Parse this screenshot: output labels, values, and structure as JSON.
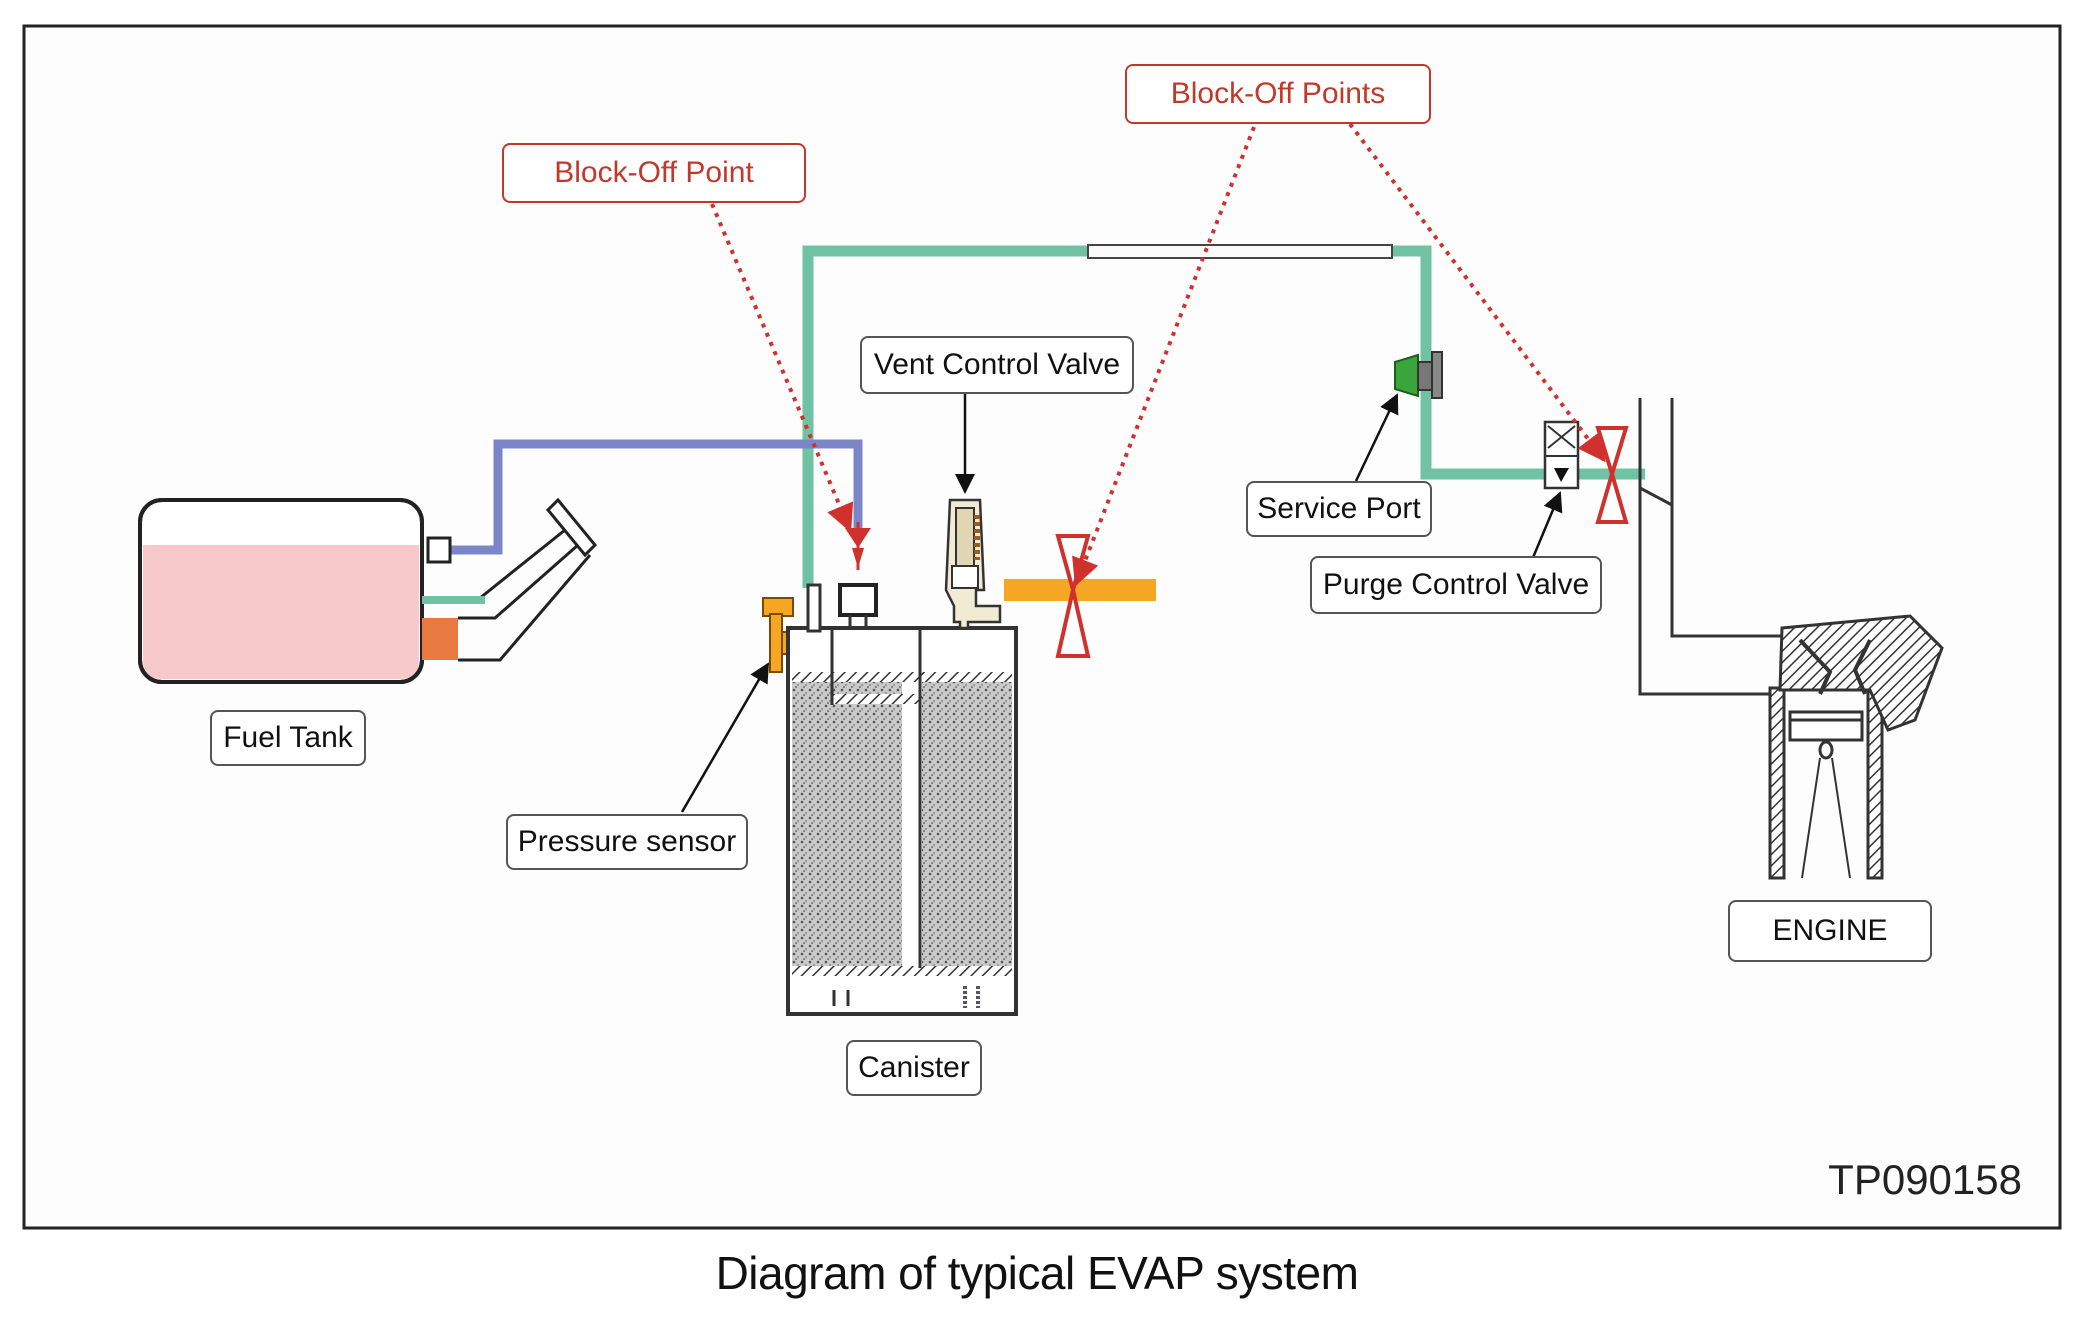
{
  "labels": {
    "block_off_point": "Block-Off Point",
    "block_off_points": "Block-Off Points",
    "vent_control_valve": "Vent Control Valve",
    "service_port": "Service Port",
    "purge_control_valve": "Purge Control Valve",
    "fuel_tank": "Fuel Tank",
    "pressure_sensor": "Pressure sensor",
    "canister": "Canister",
    "engine": "ENGINE"
  },
  "figure_code": "TP090158",
  "caption": "Diagram of typical EVAP system",
  "colors": {
    "purge_line": "#6fc3a4",
    "vapor_line": "#7b86c9",
    "vent_air_line": "#f5a623",
    "block_off": "#d0312d",
    "fuel": "#f7c9cb",
    "service_port": "#3aa53a"
  }
}
